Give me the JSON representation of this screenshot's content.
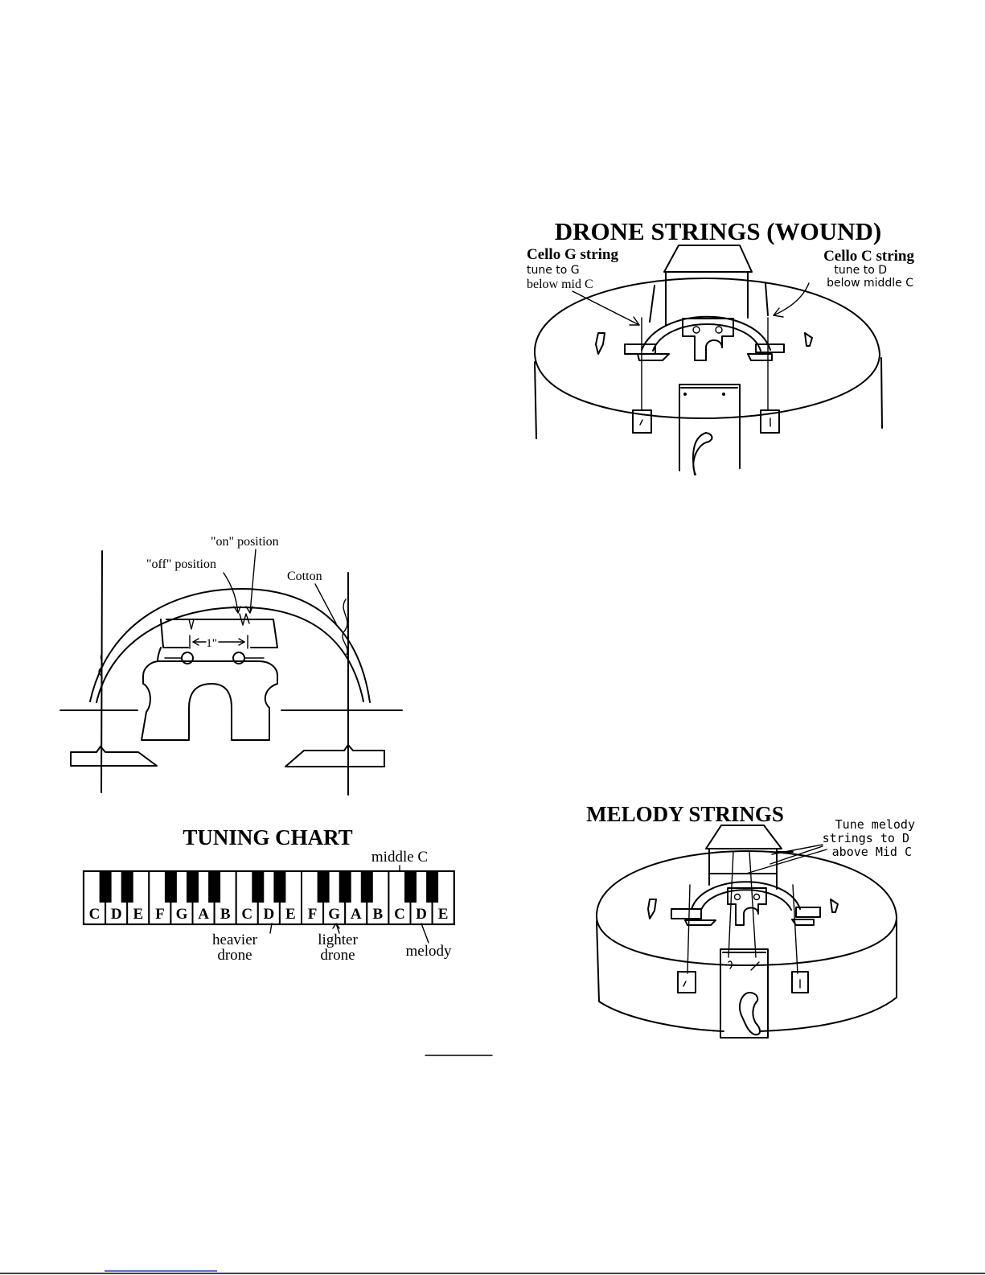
{
  "drone": {
    "title": "DRONE STRINGS (WOUND)",
    "left_heading": "Cello G string",
    "left_line1": "tune to G",
    "left_line2": "below mid C",
    "right_heading": "Cello C string",
    "right_line1": "tune to D",
    "right_line2": "below middle C"
  },
  "bridge": {
    "on_label": "\"on\" position",
    "off_label": "\"off\" position",
    "cotton_label": "Cotton",
    "gap_label": "1\""
  },
  "tuning": {
    "title": "TUNING CHART",
    "middle_c": "middle C",
    "keys": [
      "C",
      "D",
      "E",
      "F",
      "G",
      "A",
      "B",
      "C",
      "D",
      "E",
      "F",
      "G",
      "A",
      "B",
      "C",
      "D",
      "E"
    ],
    "heavier1": "heavier",
    "heavier2": "drone",
    "lighter1": "lighter",
    "lighter2": "drone",
    "melody": "melody"
  },
  "melody": {
    "title": "MELODY STRINGS",
    "note1": "Tune melody",
    "note2": "strings to D",
    "note3": "above Mid C"
  }
}
